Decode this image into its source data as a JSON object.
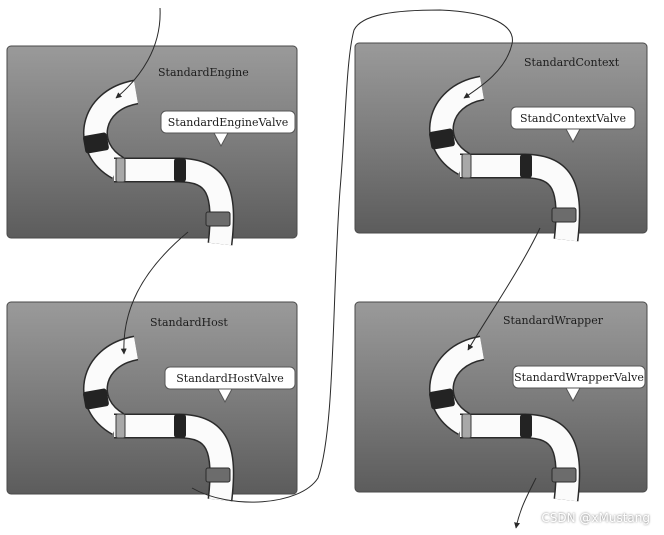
{
  "panels": [
    {
      "id": "engine",
      "title": "StandardEngine",
      "valve": "StandardEngineValve"
    },
    {
      "id": "context",
      "title": "StandardContext",
      "valve": "StandContextValve"
    },
    {
      "id": "host",
      "title": "StandardHost",
      "valve": "StandardHostValve"
    },
    {
      "id": "wrapper",
      "title": "StandardWrapper",
      "valve": "StandardWrapperValve"
    }
  ],
  "watermark": "CSDN @xMustang",
  "colors": {
    "panel_top": "#8e8e8e",
    "panel_bottom": "#5f5f5f",
    "pipe": "#fbfbfb",
    "joint_dark": "#232323",
    "joint_gray": "#a8a8a8",
    "valve_gray": "#6c6c6c",
    "line": "#2a2a2a"
  }
}
